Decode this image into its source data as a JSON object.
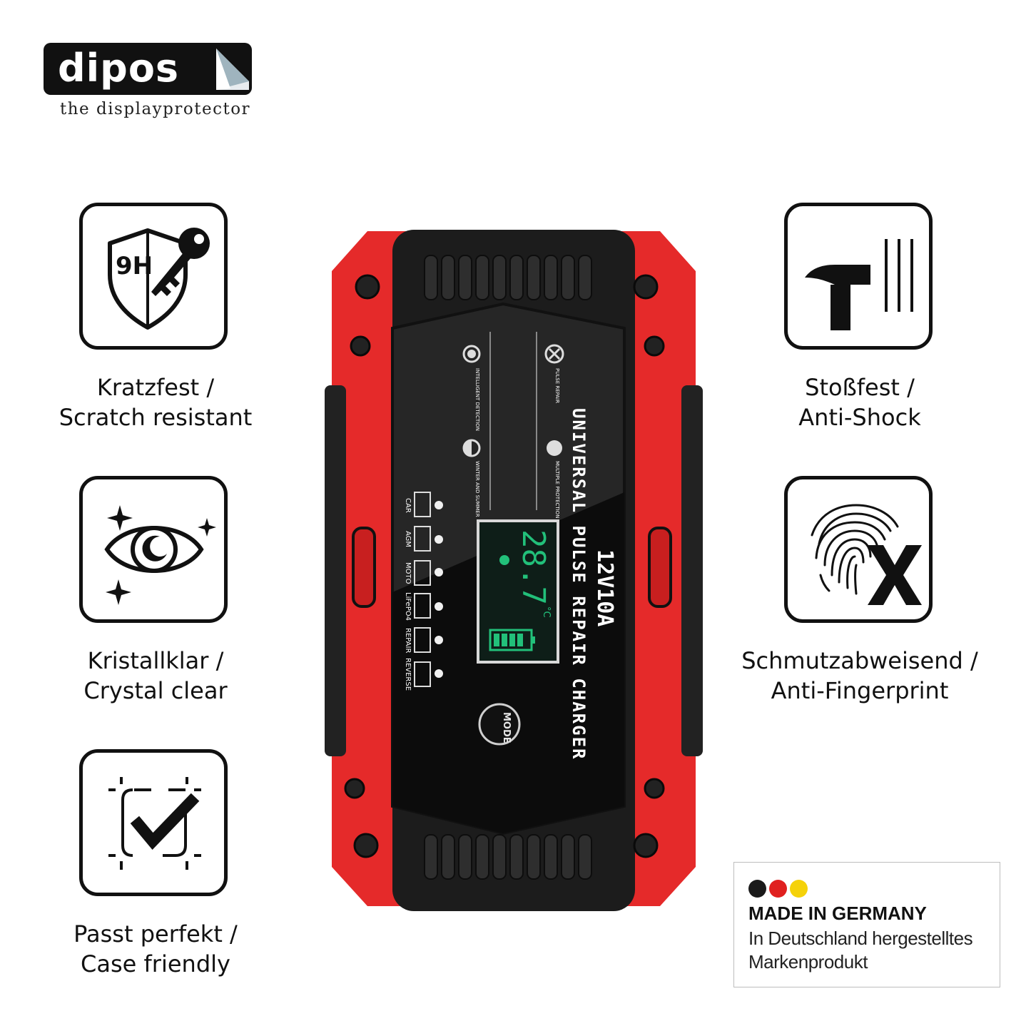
{
  "brand": {
    "name": "dipos",
    "tagline": "the displayprotector"
  },
  "features": [
    {
      "icon": "shield-9h-key-icon",
      "line1": "Kratzfest /",
      "line2": "Scratch resistant"
    },
    {
      "icon": "eye-sparkle-icon",
      "line1": "Kristallklar /",
      "line2": "Crystal clear"
    },
    {
      "icon": "frame-check-icon",
      "line1": "Passt perfekt /",
      "line2": "Case friendly"
    },
    {
      "icon": "hammer-icon",
      "line1": "Stoßfest /",
      "line2": "Anti-Shock"
    },
    {
      "icon": "fingerprint-x-icon",
      "line1": "Schmutzabweisend /",
      "line2": "Anti-Fingerprint"
    }
  ],
  "shield_label": "9H",
  "badge": {
    "title": "MADE IN GERMANY",
    "line1": "In Deutschland hergestelltes",
    "line2": "Markenprodukt",
    "flag_colors": [
      "#1a1a1a",
      "#e0201f",
      "#f5d20a"
    ]
  },
  "charger": {
    "model": "12V10A",
    "headline": "UNIVERSAL PULSE REPAIR CHARGER",
    "display_value": "28.7",
    "display_unit": "°C",
    "mode_label": "MODE",
    "legend": {
      "intelligent": "INTELLIGENT DETECTION",
      "pulse": "PULSE REPAIR",
      "winter": "WINTER AND SUMMER",
      "protection": "MULTIPLE PROTECTION"
    },
    "modes": [
      "CAR",
      "AGM",
      "MOTO",
      "LiFePO4",
      "REPAIR",
      "REVERSE"
    ],
    "colors": {
      "body": "#e52a2a",
      "panel": "#151515",
      "lcd": "#22c07a"
    }
  }
}
